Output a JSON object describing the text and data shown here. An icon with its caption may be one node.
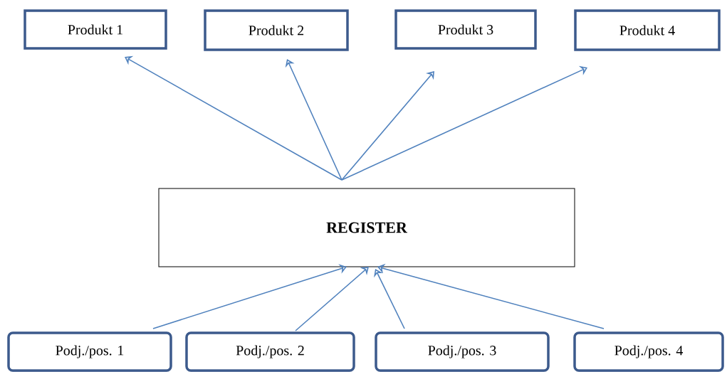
{
  "diagram": {
    "nodes": [
      {
        "text": [
          "Produkt 1"
        ]
      },
      {
        "text": [
          "Produkt 2"
        ]
      },
      {
        "text": [
          "Produkt 3"
        ]
      },
      {
        "text": [
          "Produkt 4"
        ]
      },
      {
        "text": [
          "REGISTER"
        ]
      },
      {
        "text": [
          "Podj./pos. 1"
        ]
      },
      {
        "text": [
          "Podj./pos. 2"
        ]
      },
      {
        "text": [
          "Podj./pos. 3"
        ]
      },
      {
        "text": [
          "Podj./pos. 4"
        ]
      }
    ],
    "edges": [
      {
        "from": 4,
        "to": 0,
        "arrow": "to"
      },
      {
        "from": 4,
        "to": 1,
        "arrow": "to"
      },
      {
        "from": 4,
        "to": 2,
        "arrow": "to"
      },
      {
        "from": 4,
        "to": 3,
        "arrow": "to"
      },
      {
        "from": 5,
        "to": 4,
        "arrow": "to"
      },
      {
        "from": 6,
        "to": 4,
        "arrow": "to"
      },
      {
        "from": 7,
        "to": 4,
        "arrow": "to"
      },
      {
        "from": 8,
        "to": 4,
        "arrow": "to"
      }
    ]
  }
}
